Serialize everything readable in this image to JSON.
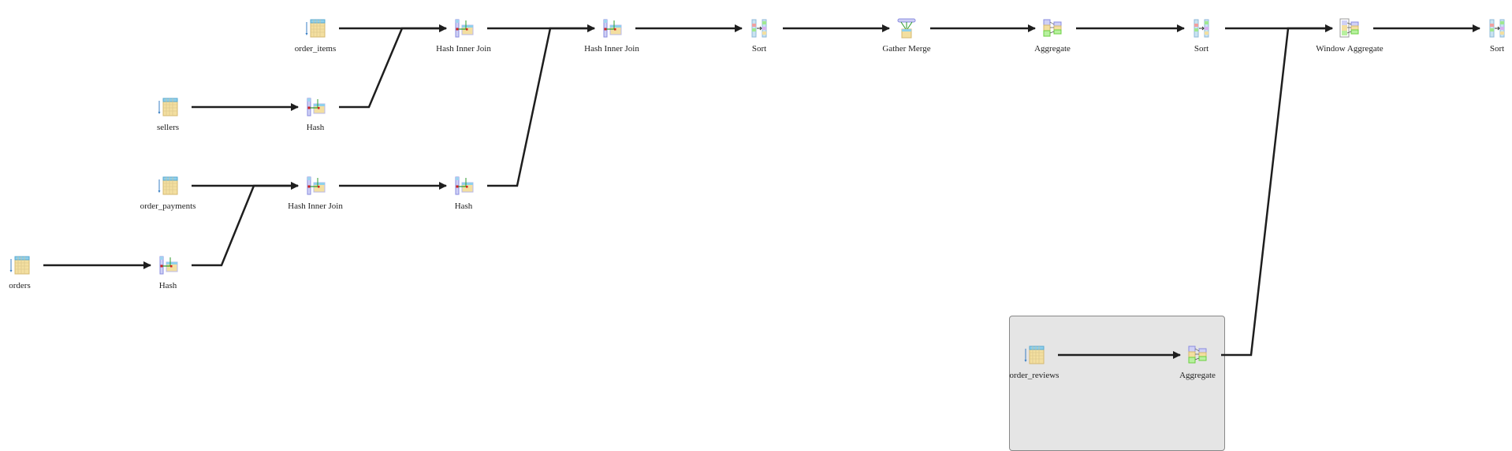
{
  "plan": {
    "nodes": [
      {
        "id": "n1",
        "label": "orders",
        "type": "scan"
      },
      {
        "id": "n2",
        "label": "Hash",
        "type": "hash"
      },
      {
        "id": "n3",
        "label": "order_payments",
        "type": "scan"
      },
      {
        "id": "n4",
        "label": "Hash Inner Join",
        "type": "join"
      },
      {
        "id": "n5",
        "label": "sellers",
        "type": "scan"
      },
      {
        "id": "n6",
        "label": "Hash",
        "type": "hash"
      },
      {
        "id": "n7",
        "label": "order_items",
        "type": "scan"
      },
      {
        "id": "n8",
        "label": "Hash Inner Join",
        "type": "join"
      },
      {
        "id": "n9",
        "label": "Hash",
        "type": "hash"
      },
      {
        "id": "n10",
        "label": "Hash Inner Join",
        "type": "join"
      },
      {
        "id": "n11",
        "label": "Sort",
        "type": "sort"
      },
      {
        "id": "n12",
        "label": "Gather Merge",
        "type": "gather"
      },
      {
        "id": "n13",
        "label": "Aggregate",
        "type": "aggregate"
      },
      {
        "id": "n14",
        "label": "Sort",
        "type": "sort"
      },
      {
        "id": "n15",
        "label": "Window Aggregate",
        "type": "window"
      },
      {
        "id": "n16",
        "label": "Sort",
        "type": "sort"
      },
      {
        "id": "n17",
        "label": "order_reviews",
        "type": "scan",
        "subplan": true
      },
      {
        "id": "n18",
        "label": "Aggregate",
        "type": "aggregate",
        "subplan": true
      }
    ],
    "edges": [
      [
        "n1",
        "n2"
      ],
      [
        "n2",
        "n4"
      ],
      [
        "n3",
        "n4"
      ],
      [
        "n4",
        "n9"
      ],
      [
        "n5",
        "n6"
      ],
      [
        "n6",
        "n8"
      ],
      [
        "n7",
        "n8"
      ],
      [
        "n8",
        "n10"
      ],
      [
        "n9",
        "n10"
      ],
      [
        "n10",
        "n11"
      ],
      [
        "n11",
        "n12"
      ],
      [
        "n12",
        "n13"
      ],
      [
        "n13",
        "n14"
      ],
      [
        "n14",
        "n15"
      ],
      [
        "n15",
        "n16"
      ],
      [
        "n17",
        "n18"
      ],
      [
        "n18",
        "n15"
      ]
    ]
  },
  "colors": {
    "edge": "#1e1e1e",
    "subplan_bg": "#e5e5e5"
  }
}
